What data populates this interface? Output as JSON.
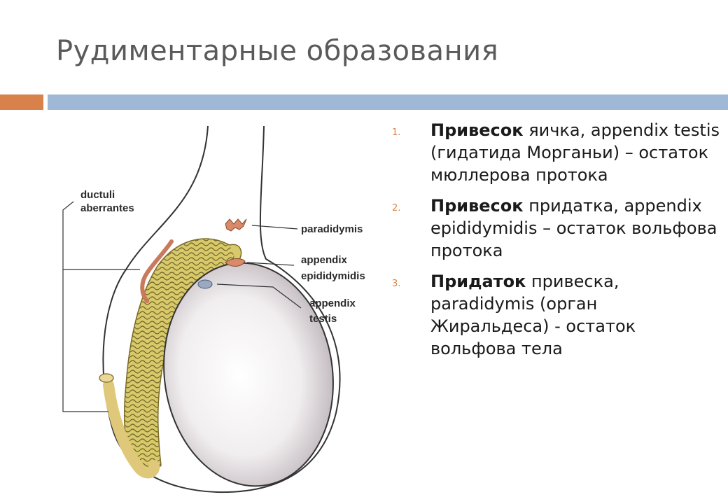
{
  "title": "Рудиментарные образования",
  "colors": {
    "accent_orange": "#d9814a",
    "accent_blue": "#9fb8d5",
    "title_text": "#5a5a5a"
  },
  "diagram": {
    "labels": {
      "ductuli_line1": "ductuli",
      "ductuli_line2": "aberrantes",
      "paradidymis": "paradidymis",
      "appendix_epid_line1": "appendix",
      "appendix_epid_line2": "epididymidis",
      "appendix_testis_line1": "appendix",
      "appendix_testis_line2": "testis"
    }
  },
  "list": [
    {
      "number": "1.",
      "bold": "Привесок",
      "rest": " яичка, appendix testis (гидатида Морганьи) – остаток мюллерова протока"
    },
    {
      "number": "2.",
      "bold": "Привесок",
      "rest": " придатка, appendix epididymidis – остаток вольфова протока"
    },
    {
      "number": "3.",
      "bold": "Придаток",
      "rest": " привеска, paradidymis (орган Жиральдеса) - остаток вольфова тела"
    }
  ]
}
